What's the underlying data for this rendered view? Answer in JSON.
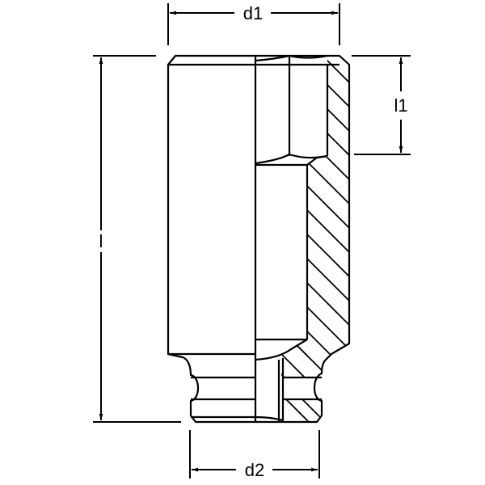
{
  "diagram": {
    "type": "technical-drawing",
    "subject": "impact socket cross-section",
    "line_color": "#000000",
    "background": "#ffffff",
    "dimensions": {
      "d1": {
        "label": "d1",
        "meaning": "outer diameter at drive end (top)"
      },
      "d2": {
        "label": "d2",
        "meaning": "outer diameter at square drive end (bottom)"
      },
      "l": {
        "label": "l",
        "meaning": "overall length"
      },
      "l1": {
        "label": "l1",
        "meaning": "hex socket depth"
      }
    }
  }
}
